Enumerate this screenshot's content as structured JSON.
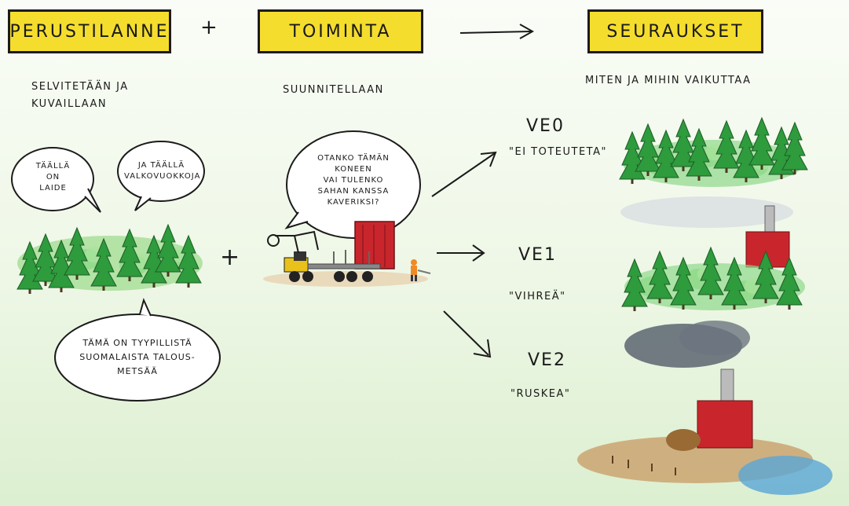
{
  "headers": {
    "perustilanne": "PERUSTILANNE",
    "plus1": "+",
    "toiminta": "TOIMINTA",
    "seuraukset": "SEURAUKSET"
  },
  "subtitles": {
    "selvitetaan_line1": "SELVITETÄÄN JA",
    "selvitetaan_line2": "KUVAILLAAN",
    "suunnitellaan": "SUUNNITELLAAN",
    "miten": "MITEN JA MIHIN VAIKUTTAA"
  },
  "bubbles": {
    "taalla_line1": "TÄÄLLÄ",
    "taalla_line2": "ON",
    "taalla_line3": "LAIDE",
    "ja_taalla_line1": "JA TÄÄLLÄ",
    "ja_taalla_line2": "VALKOVUOKKOJA",
    "tama_line1": "TÄMÄ ON TYYPILLISTÄ",
    "tama_line2": "SUOMALAISTA TALOUS-",
    "tama_line3": "METSÄÄ",
    "otanko_line1": "OTANKO TÄMÄN",
    "otanko_line2": "KONEEN",
    "otanko_line3": "VAI TULENKO",
    "otanko_line4": "SAHAN KANSSA",
    "otanko_line5": "KAVERIKSI?"
  },
  "plus2": "+",
  "alternatives": [
    {
      "code": "VE0",
      "quote": "\"EI TOTEUTETA\""
    },
    {
      "code": "VE1",
      "quote": "\"VIHREÄ\""
    },
    {
      "code": "VE2",
      "quote": "\"RUSKEA\""
    }
  ],
  "colors": {
    "header_fill": "#f5dd2e",
    "tree_green": "#2e9b3c",
    "building_red": "#c8262c",
    "machine_yellow": "#e8c21a",
    "smoke_dark": "#5b6470",
    "water_blue": "#5aa6d6",
    "ground_brown": "#b98a55"
  }
}
